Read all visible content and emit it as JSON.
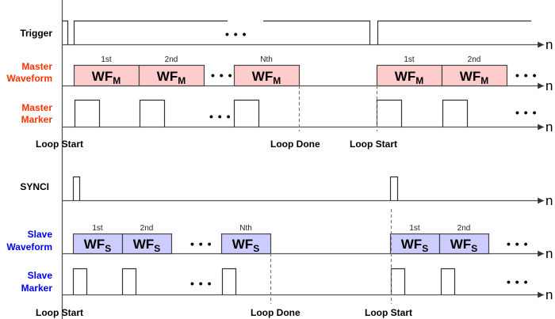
{
  "colors": {
    "master_label": "#ff3300",
    "slave_label": "#0000ee",
    "black_label": "#000000",
    "master_fill": "#ffcccc",
    "slave_fill": "#ccccff"
  },
  "axis_symbol": "n",
  "ellipsis": "• • •",
  "rows": {
    "trigger": {
      "label": [
        "Trigger"
      ]
    },
    "master_waveform": {
      "label": [
        "Master",
        "Waveform"
      ]
    },
    "master_marker": {
      "label": [
        "Master",
        "Marker"
      ]
    },
    "synci": {
      "label": [
        "SYNCI"
      ]
    },
    "slave_waveform": {
      "label": [
        "Slave",
        "Waveform"
      ]
    },
    "slave_marker": {
      "label": [
        "Slave",
        "Marker"
      ]
    }
  },
  "master_blocks": [
    {
      "ordinal": "1st",
      "name": "WF",
      "sub": "M"
    },
    {
      "ordinal": "2nd",
      "name": "WF",
      "sub": "M"
    },
    {
      "ordinal": "Nth",
      "name": "WF",
      "sub": "M"
    },
    {
      "ordinal": "1st",
      "name": "WF",
      "sub": "M"
    },
    {
      "ordinal": "2nd",
      "name": "WF",
      "sub": "M"
    }
  ],
  "slave_blocks": [
    {
      "ordinal": "1st",
      "name": "WF",
      "sub": "S"
    },
    {
      "ordinal": "2nd",
      "name": "WF",
      "sub": "S"
    },
    {
      "ordinal": "Nth",
      "name": "WF",
      "sub": "S"
    },
    {
      "ordinal": "1st",
      "name": "WF",
      "sub": "S"
    },
    {
      "ordinal": "2nd",
      "name": "WF",
      "sub": "S"
    }
  ],
  "events": {
    "master": [
      "Loop Start",
      "Loop Done",
      "Loop Start"
    ],
    "slave": [
      "Loop Start",
      "Loop Done",
      "Loop Start"
    ]
  }
}
